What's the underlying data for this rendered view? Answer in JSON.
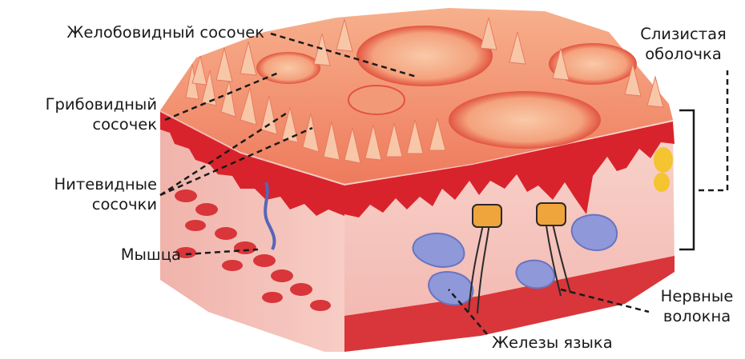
{
  "labels": {
    "groove_papilla": "Желобовидный сосочек",
    "mucous_membrane": [
      "Слизистая",
      "оболочка"
    ],
    "fungiform_papilla": [
      "Грибовидный",
      "сосочек"
    ],
    "filiform_papillae": [
      "Нитевидные",
      "сосочки"
    ],
    "muscle": "Мышца",
    "nerve_fibers": [
      "Нервные",
      "волокна"
    ],
    "tongue_glands": "Железы языка"
  },
  "colors": {
    "surface": "#f4a07a",
    "papilla": "#ef6f55",
    "mucosa_dark": "#d9232c",
    "tissue_side": "#f6c7c0",
    "muscle_band": "#d8363a",
    "gland": "#8f98d8",
    "fat": "#f4c431",
    "leader": "#1a1a1a"
  }
}
